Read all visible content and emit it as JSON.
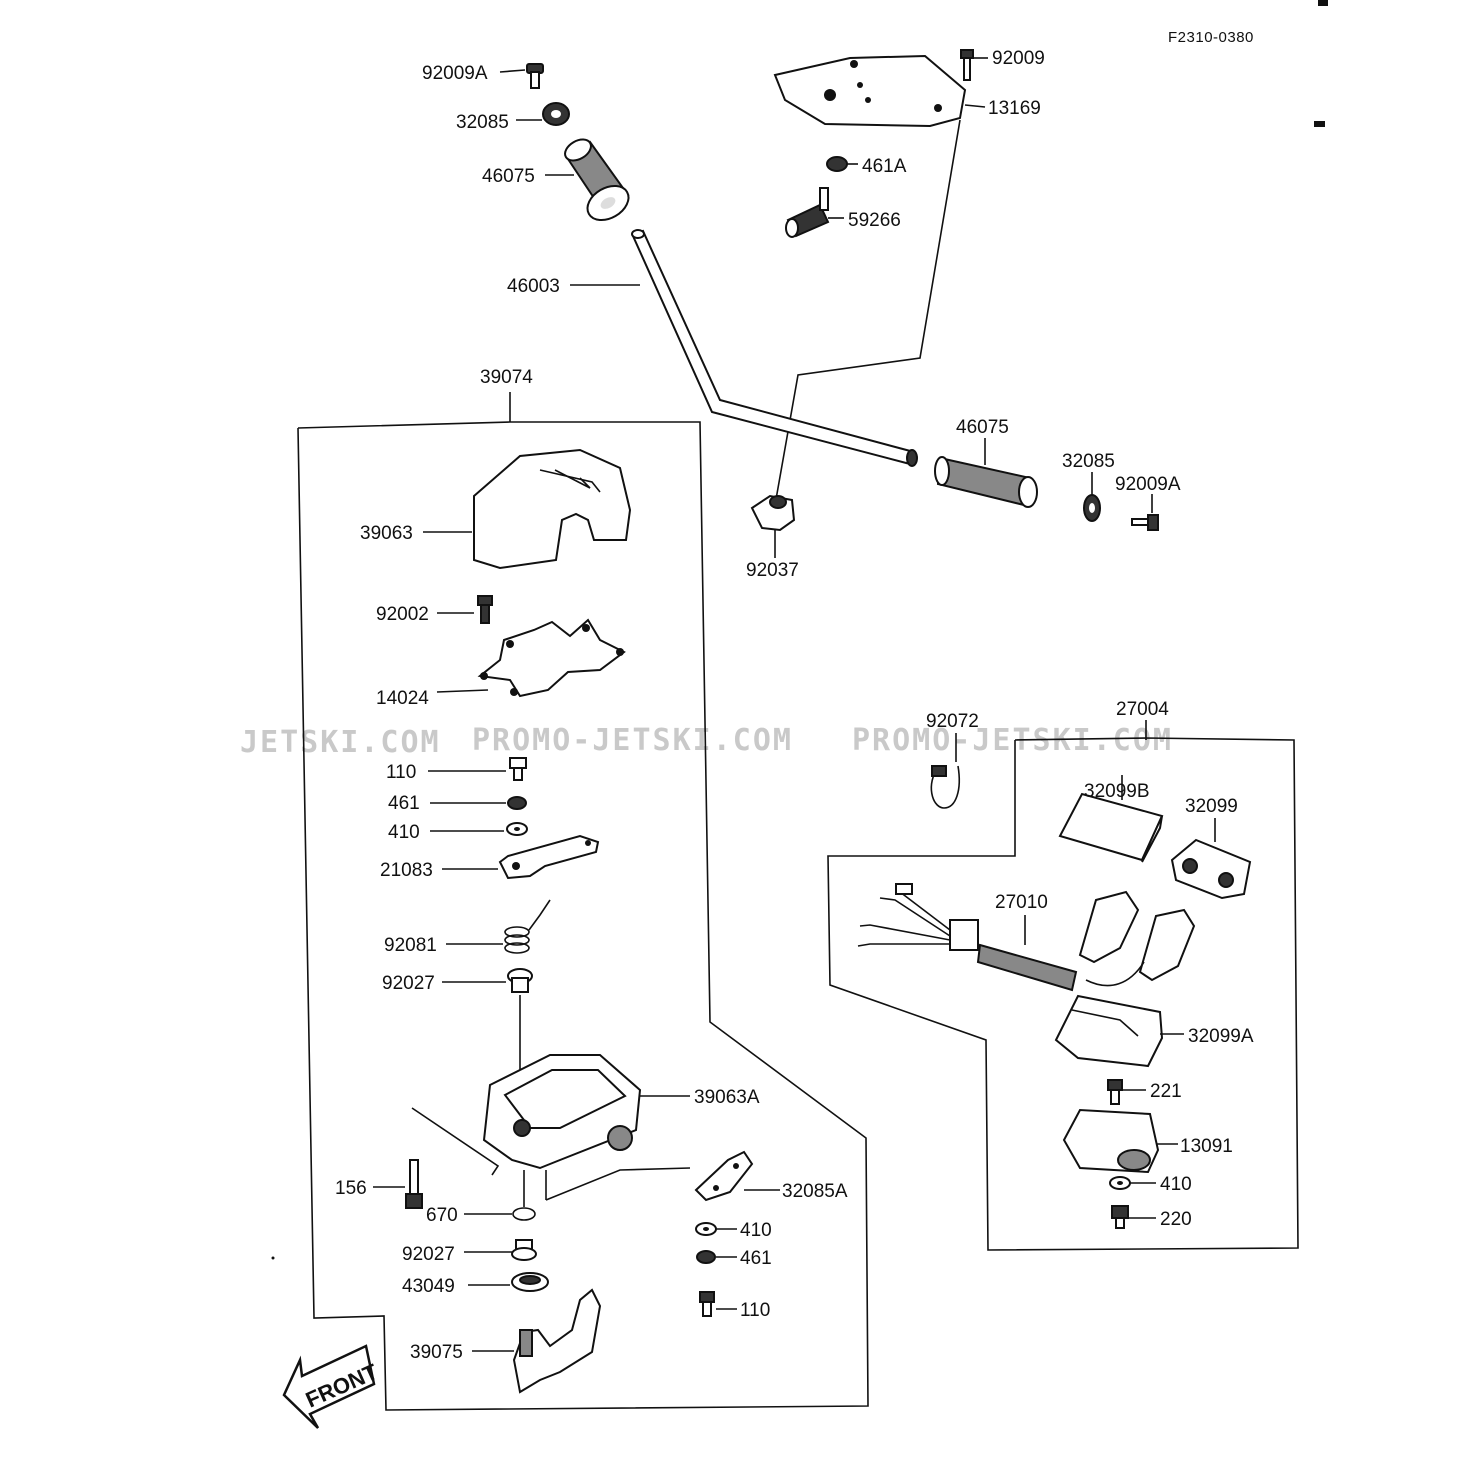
{
  "figure_code": "F2310-0380",
  "front_label": "FRONT",
  "watermarks": [
    "JETSKI.COM",
    "PROMO-JETSKI.COM",
    "PROMO-JETSKI.COM"
  ],
  "labels": {
    "l92009A_top": "92009A",
    "l32085_top": "32085",
    "l46075_top": "46075",
    "l92009": "92009",
    "l13169": "13169",
    "l461A": "461A",
    "l59266": "59266",
    "l46003": "46003",
    "l39074": "39074",
    "l39063": "39063",
    "l92002": "92002",
    "l14024": "14024",
    "l110_a": "110",
    "l461_a": "461",
    "l410_a": "410",
    "l21083": "21083",
    "l92081": "92081",
    "l92027_a": "92027",
    "l39063A": "39063A",
    "l156": "156",
    "l670": "670",
    "l32085A": "32085A",
    "l410_b": "410",
    "l461_b": "461",
    "l92027_b": "92027",
    "l43049": "43049",
    "l110_b": "110",
    "l39075": "39075",
    "l46075_right": "46075",
    "l32085_right": "32085",
    "l92009A_right": "92009A",
    "l92037": "92037",
    "l92072": "92072",
    "l27004": "27004",
    "l32099B": "32099B",
    "l32099": "32099",
    "l27010": "27010",
    "l32099A": "32099A",
    "l221": "221",
    "l13091": "13091",
    "l410_c": "410",
    "l220": "220"
  }
}
